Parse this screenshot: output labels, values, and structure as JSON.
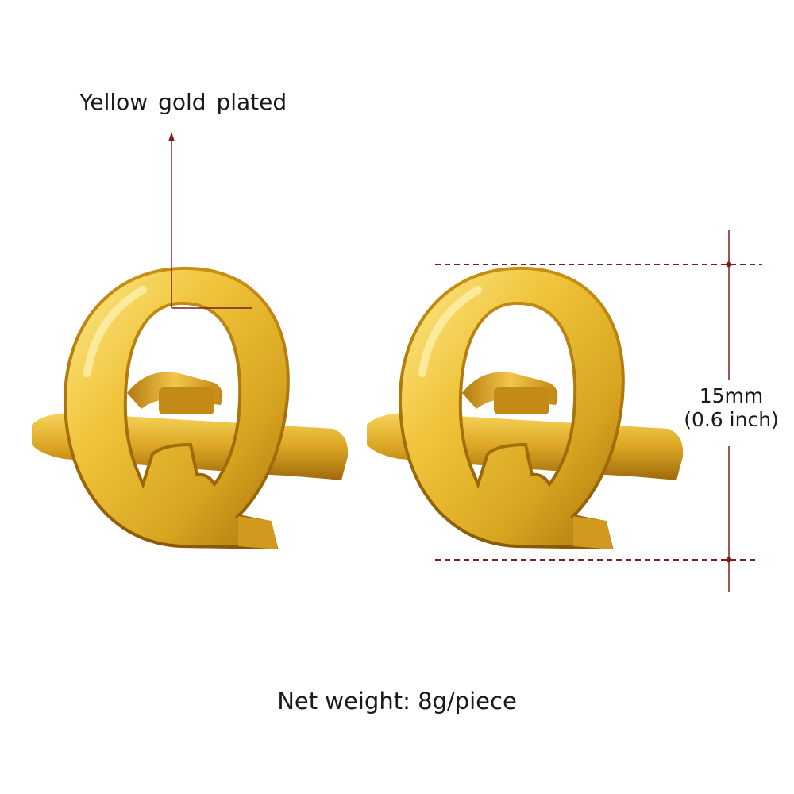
{
  "annotations": {
    "plating": "Yellow gold plated",
    "size_mm": "15mm",
    "size_inch": "(0.6 inch)",
    "weight": "Net weight: 8g/piece"
  },
  "product": {
    "letter": "Q",
    "count": 2,
    "material_color": "#d9a520",
    "highlight_color": "#fbe27a",
    "shadow_color": "#9a6a08",
    "annotation_line_color": "#7a1e1e"
  }
}
